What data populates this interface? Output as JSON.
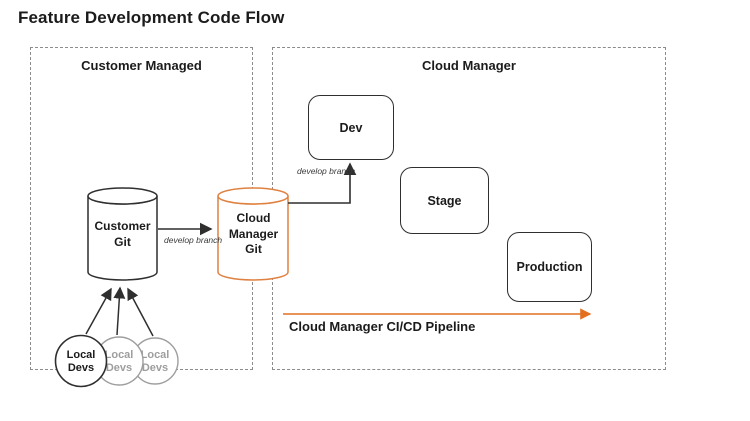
{
  "title": "Feature Development Code Flow",
  "regions": {
    "customer_managed": {
      "label": "Customer Managed"
    },
    "cloud_manager": {
      "label": "Cloud Manager"
    }
  },
  "nodes": {
    "customer_git": {
      "label": "Customer Git"
    },
    "cloud_manager_git": {
      "label": "Cloud Manager Git"
    },
    "dev": {
      "label": "Dev"
    },
    "stage": {
      "label": "Stage"
    },
    "production": {
      "label": "Production"
    },
    "local_devs": {
      "lines": [
        "Local",
        "Devs"
      ]
    }
  },
  "edges": {
    "develop_branch_git": {
      "label": "develop branch"
    },
    "develop_branch_dev": {
      "label": "develop branch"
    },
    "pipeline": {
      "label": "Cloud Manager CI/CD Pipeline"
    }
  },
  "colors": {
    "cylinder_orange": "#DF8140",
    "pipeline_orange": "#E2701F",
    "dark_stroke": "#2f2f2f",
    "gray_stroke": "#9e9e9e",
    "dashed_border": "#8c8c8c"
  }
}
